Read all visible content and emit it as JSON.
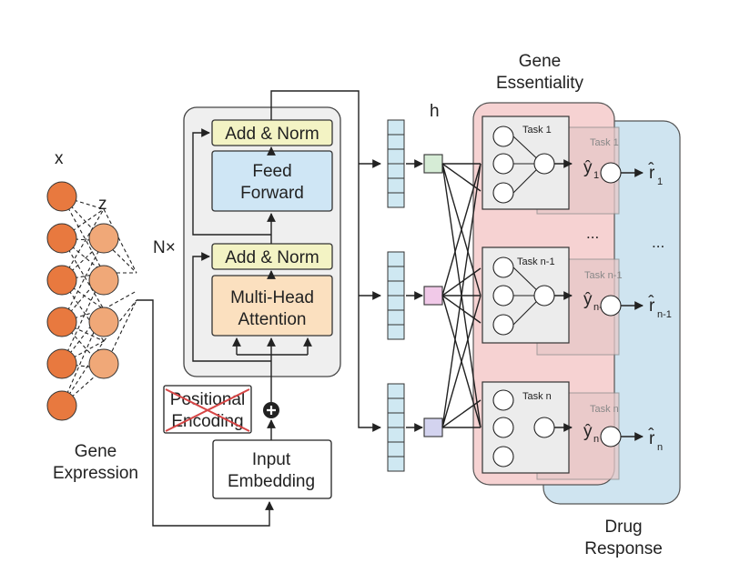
{
  "labels": {
    "x": "x",
    "z": "z",
    "nx": "N×",
    "h": "h",
    "gene_expression_line1": "Gene",
    "gene_expression_line2": "Expression",
    "gene_essentiality_line1": "Gene",
    "gene_essentiality_line2": "Essentiality",
    "drug_response_line1": "Drug",
    "drug_response_line2": "Response"
  },
  "transformer": {
    "add_norm_top": "Add & Norm",
    "feed_forward_line1": "Feed",
    "feed_forward_line2": "Forward",
    "add_norm_bottom": "Add & Norm",
    "attention_line1": "Multi-Head",
    "attention_line2": "Attention",
    "positional_line1": "Positional",
    "positional_line2": "Encoding",
    "input_line1": "Input",
    "input_line2": "Embedding"
  },
  "tasks": {
    "task1": "Task 1",
    "taskn1": "Task n-1",
    "taskn": "Task n",
    "task1_back": "Task 1",
    "taskn1_back": "Task n-1",
    "taskn_back": "Task n"
  },
  "outputs": {
    "y_hat": "ŷ",
    "r_hat": "r̂",
    "sub_1": "1",
    "sub_n1": "n-1",
    "sub_n": "n",
    "ellipsis": "..."
  },
  "colors": {
    "node_x": "#e8793f",
    "node_z": "#f0a878",
    "add_norm": "#f3f3c4",
    "feed_forward": "#cfe6f5",
    "attention": "#fbe0bf",
    "transformer_bg": "#efefef",
    "token_cell": "#cfe8f2",
    "h_green": "#d6ecd6",
    "h_pink": "#f1c9e8",
    "h_purple": "#d3d3ef",
    "essentiality_bg": "#f6d2d2",
    "drug_bg": "#cfe4f0",
    "task_box": "#ececec"
  }
}
